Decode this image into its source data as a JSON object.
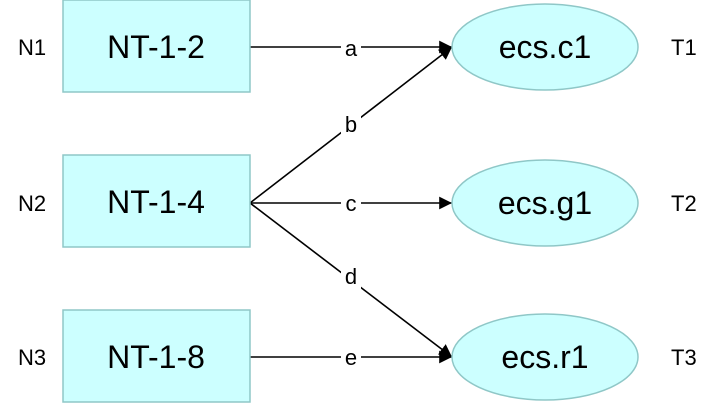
{
  "colors": {
    "node_fill": "#ccffff",
    "node_stroke": "#8fc7c7",
    "edge": "#000000"
  },
  "left_nodes": [
    {
      "row_label": "N1",
      "name": "NT-1-2"
    },
    {
      "row_label": "N2",
      "name": "NT-1-4"
    },
    {
      "row_label": "N3",
      "name": "NT-1-8"
    }
  ],
  "right_nodes": [
    {
      "row_label": "T1",
      "name": "ecs.c1"
    },
    {
      "row_label": "T2",
      "name": "ecs.g1"
    },
    {
      "row_label": "T3",
      "name": "ecs.r1"
    }
  ],
  "edges": [
    {
      "label": "a",
      "from": "NT-1-2",
      "to": "ecs.c1"
    },
    {
      "label": "b",
      "from": "NT-1-4",
      "to": "ecs.c1"
    },
    {
      "label": "c",
      "from": "NT-1-4",
      "to": "ecs.g1"
    },
    {
      "label": "d",
      "from": "NT-1-4",
      "to": "ecs.r1"
    },
    {
      "label": "e",
      "from": "NT-1-8",
      "to": "ecs.r1"
    }
  ]
}
